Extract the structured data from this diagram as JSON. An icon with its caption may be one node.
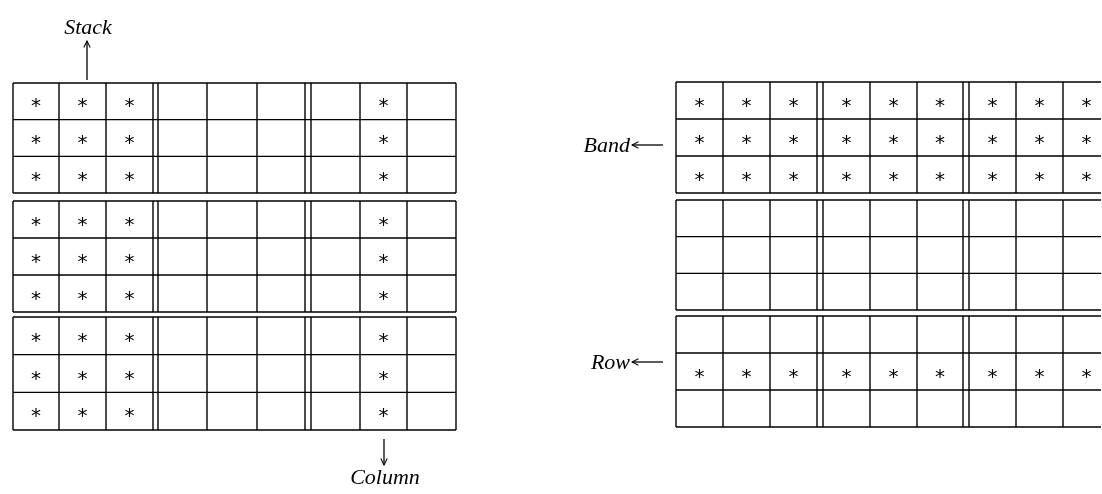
{
  "diagram": {
    "nodes": [
      {
        "text": [
          "Stack"
        ]
      },
      {
        "text": [
          "Column"
        ]
      },
      {
        "text": [
          "Band"
        ]
      },
      {
        "text": [
          "Row"
        ]
      }
    ],
    "edges": [
      {
        "from": null,
        "to": 0,
        "arrow": "to"
      },
      {
        "from": null,
        "to": 1,
        "arrow": "to"
      },
      {
        "from": null,
        "to": 2,
        "arrow": "to"
      },
      {
        "from": null,
        "to": 3,
        "arrow": "to"
      }
    ],
    "labels": [
      "*",
      "*",
      "*",
      "*",
      "*",
      "*",
      "*",
      "*",
      "*",
      "*",
      "*",
      "*",
      "*",
      "*",
      "*",
      "*",
      "*",
      "*",
      "*",
      "*",
      "*",
      "*",
      "*",
      "*",
      "*",
      "*",
      "*",
      "*",
      "*",
      "*",
      "*",
      "*",
      "*",
      "*",
      "*",
      "*",
      "*",
      "*",
      "*",
      "*",
      "*",
      "*",
      "*",
      "*",
      "*",
      "*",
      "*",
      "*",
      "*",
      "*",
      "*",
      "*",
      "*",
      "*",
      "*",
      "*",
      "*",
      "*",
      "*",
      "*",
      "*",
      "*",
      "*",
      "*",
      "*",
      "*",
      "*",
      "*",
      "*",
      "*",
      "*",
      "*"
    ]
  }
}
